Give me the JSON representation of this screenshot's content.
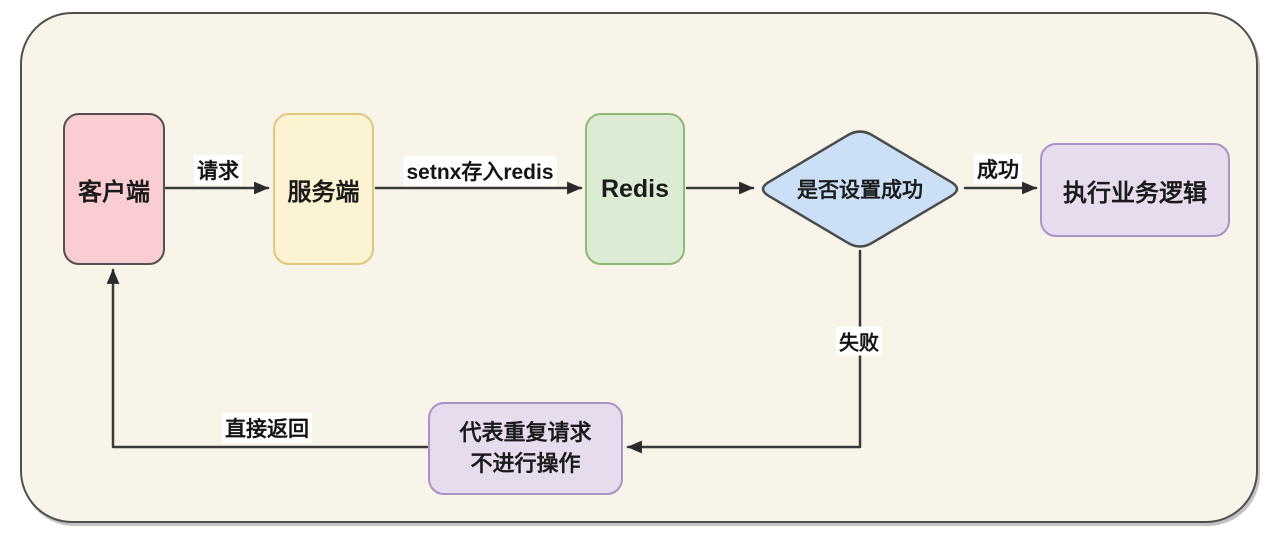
{
  "diagram": {
    "type": "flowchart",
    "description_topic": "redis setnx request flow",
    "nodes": {
      "client": {
        "label": "客户端",
        "shape": "rounded-rect",
        "fill": "#f9cdd2",
        "border_color": "#565052"
      },
      "server": {
        "label": "服务端",
        "shape": "rounded-rect",
        "fill": "#fcf3d2",
        "border_color": "#e2c77e"
      },
      "redis": {
        "label": "Redis",
        "shape": "rounded-rect",
        "fill": "#dcebd3",
        "border_color": "#90ba74"
      },
      "decision": {
        "label": "是否设置成功",
        "shape": "diamond",
        "fill": "#cbdff6",
        "border_color": "#4b4b4b"
      },
      "business_logic": {
        "label": "执行业务逻辑",
        "shape": "rounded-rect",
        "fill": "#e7dbee",
        "border_color": "#ab92c5"
      },
      "duplicate_request": {
        "line1": "代表重复请求",
        "line2": "不进行操作",
        "shape": "rounded-rect",
        "fill": "#e7dbee",
        "border_color": "#ab92c5"
      }
    },
    "edges": [
      {
        "from": "client",
        "to": "server",
        "label": "请求"
      },
      {
        "from": "server",
        "to": "redis",
        "label": "setnx存入redis"
      },
      {
        "from": "redis",
        "to": "decision",
        "label": ""
      },
      {
        "from": "decision",
        "to": "business_logic",
        "label": "成功"
      },
      {
        "from": "decision",
        "to": "duplicate_request",
        "label": "失败"
      },
      {
        "from": "duplicate_request",
        "to": "client",
        "label": "直接返回"
      }
    ],
    "colors": {
      "page_background": "#ffffff",
      "container_background": "#f8f4e9",
      "container_border": "#4f4f4f",
      "edge_line": "#3a3a3a",
      "text": "#1b1b1b"
    }
  }
}
